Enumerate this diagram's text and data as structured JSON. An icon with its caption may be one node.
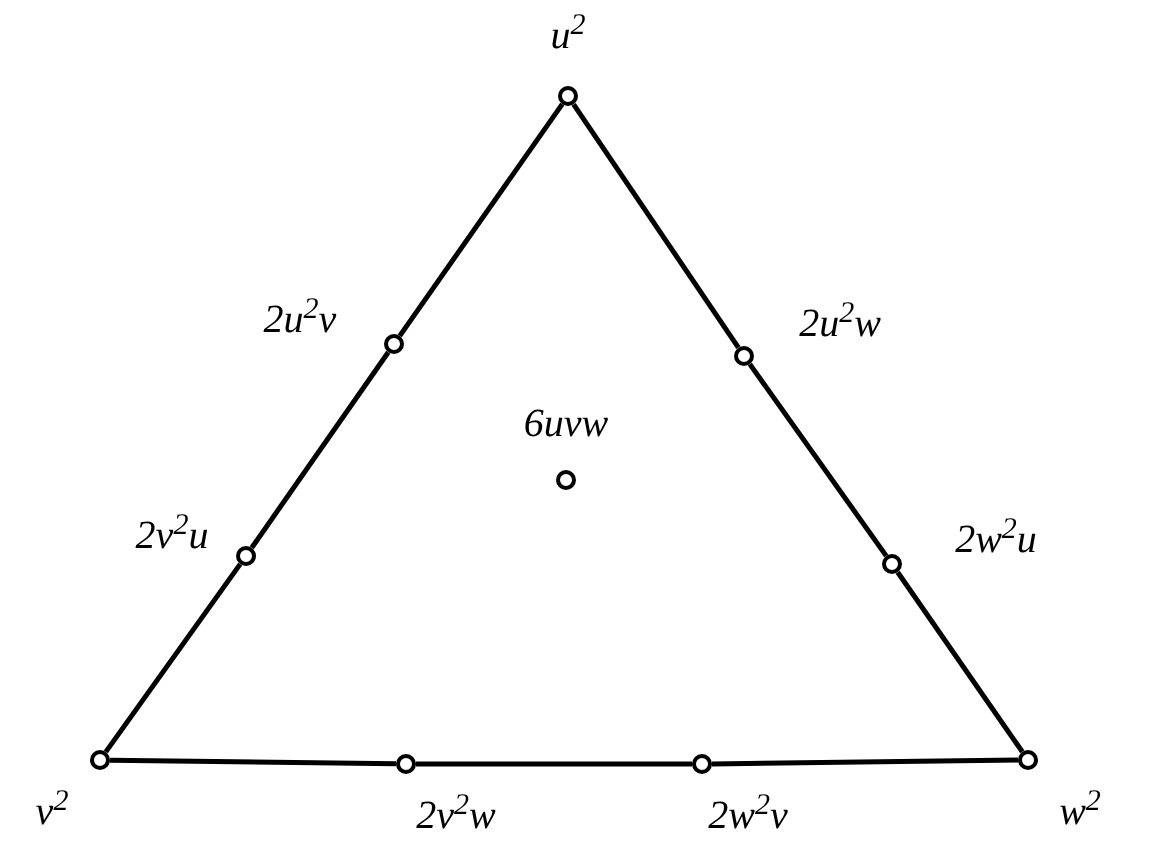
{
  "diagram": {
    "nodes": [
      {
        "text": [],
        "shape": "circle",
        "beside": [
          "u$^{2}$"
        ]
      },
      {
        "text": [],
        "shape": "circle",
        "beside": [
          "2u$^{2}$v"
        ]
      },
      {
        "text": [],
        "shape": "circle",
        "beside": [
          "2u$^{2}$w"
        ]
      },
      {
        "text": [],
        "shape": "circle",
        "beside": [
          "6uvw"
        ]
      },
      {
        "text": [],
        "shape": "circle",
        "beside": [
          "2v$^{2}$u"
        ]
      },
      {
        "text": [],
        "shape": "circle",
        "beside": [
          "2w$^{2}$u"
        ]
      },
      {
        "text": [],
        "shape": "circle",
        "beside": [
          "v$^{2}$"
        ]
      },
      {
        "text": [],
        "shape": "circle",
        "beside": [
          "2v$^{2}$w"
        ]
      },
      {
        "text": [],
        "shape": "circle",
        "beside": [
          "2w$^{2}$v"
        ]
      },
      {
        "text": [],
        "shape": "circle",
        "beside": [
          "w$^{2}$"
        ]
      }
    ],
    "edges": [
      {
        "from": 0,
        "to": 1,
        "arrow": "none"
      },
      {
        "from": 1,
        "to": 4,
        "arrow": "none"
      },
      {
        "from": 4,
        "to": 6,
        "arrow": "none"
      },
      {
        "from": 6,
        "to": 7,
        "arrow": "none"
      },
      {
        "from": 7,
        "to": 8,
        "arrow": "none"
      },
      {
        "from": 8,
        "to": 9,
        "arrow": "none"
      },
      {
        "from": 9,
        "to": 5,
        "arrow": "none"
      },
      {
        "from": 5,
        "to": 2,
        "arrow": "none"
      },
      {
        "from": 2,
        "to": 0,
        "arrow": "none"
      }
    ]
  }
}
